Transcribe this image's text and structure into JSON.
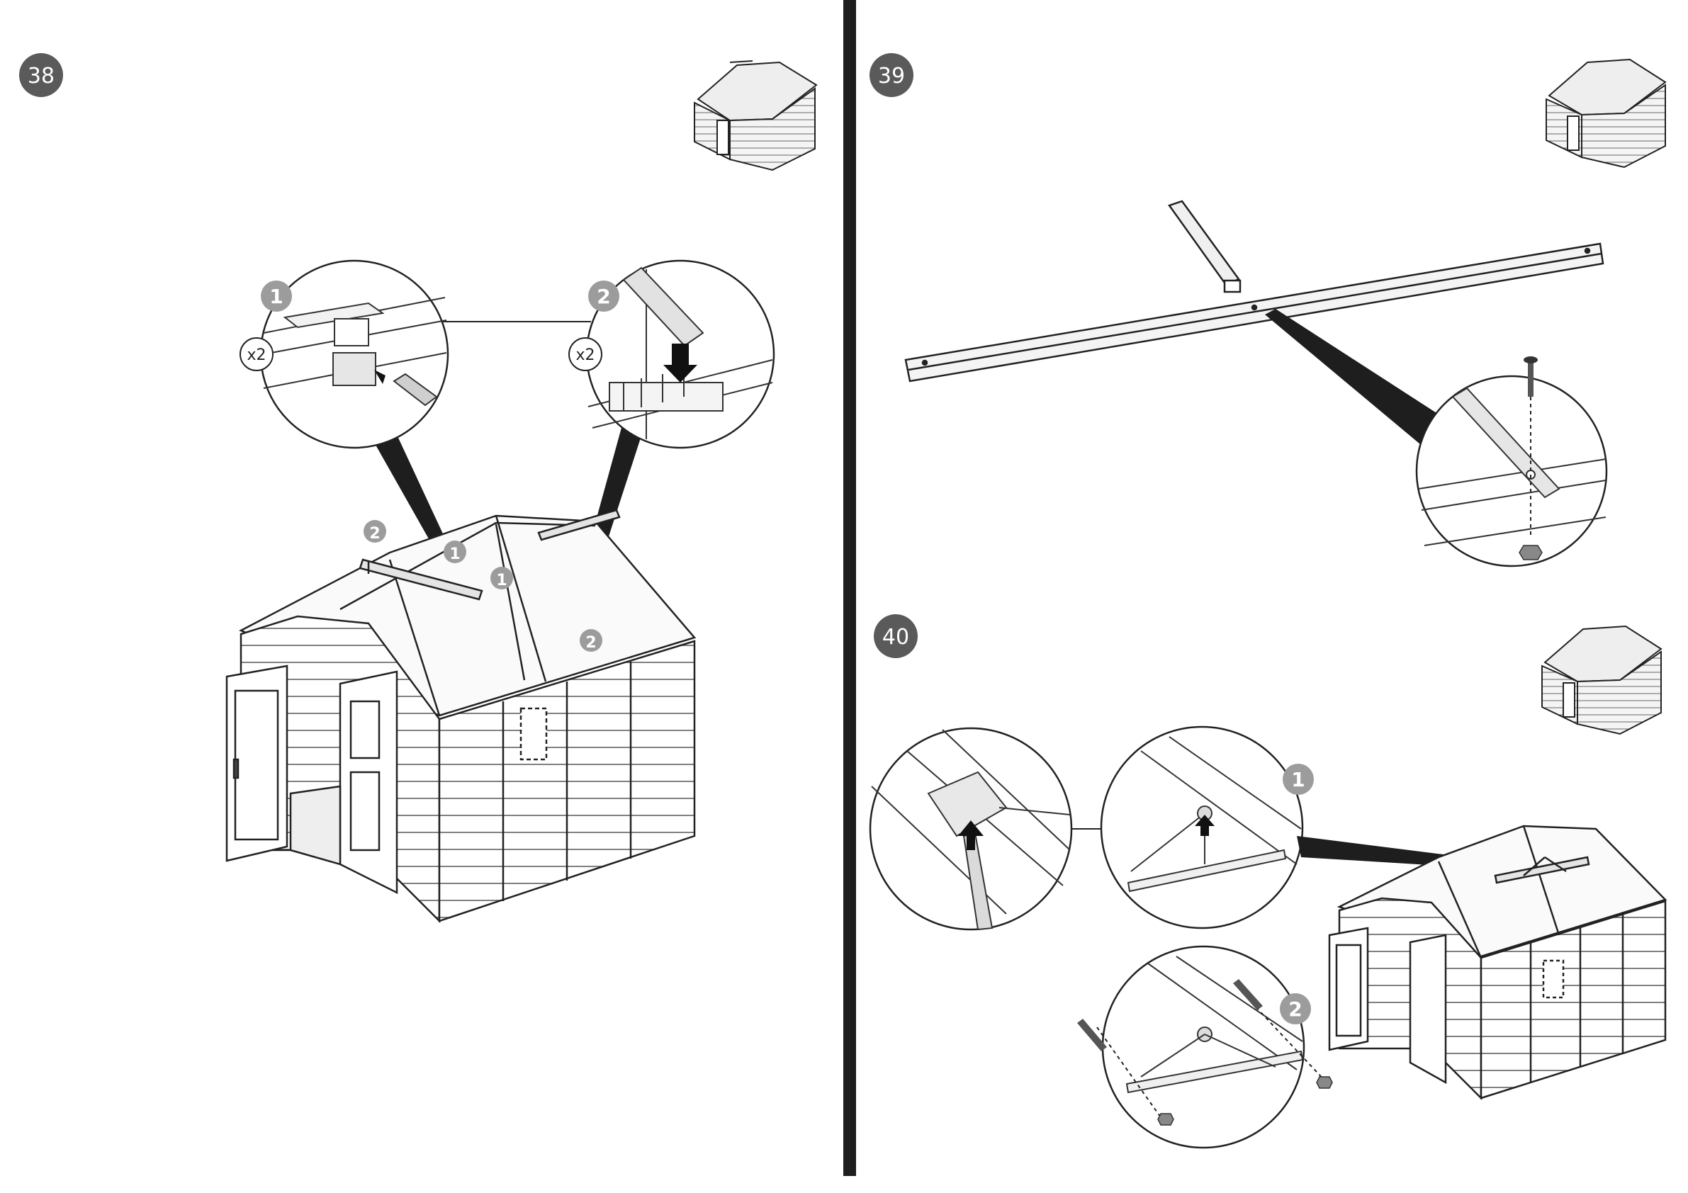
{
  "steps": [
    {
      "number": "38",
      "marks": [
        {
          "label": "1",
          "tag": "x2"
        },
        {
          "label": "2",
          "tag": "x2"
        }
      ]
    },
    {
      "number": "39"
    },
    {
      "number": "40",
      "marks": [
        {
          "label": "1"
        },
        {
          "label": "2"
        }
      ]
    }
  ],
  "callouts": {
    "one": "1",
    "two": "2"
  },
  "colors": {
    "line": "#222222",
    "badge": "#5a5a5a",
    "marker": "#9c9c9c",
    "divider": "#1e1e1e",
    "paper": "#ffffff"
  }
}
